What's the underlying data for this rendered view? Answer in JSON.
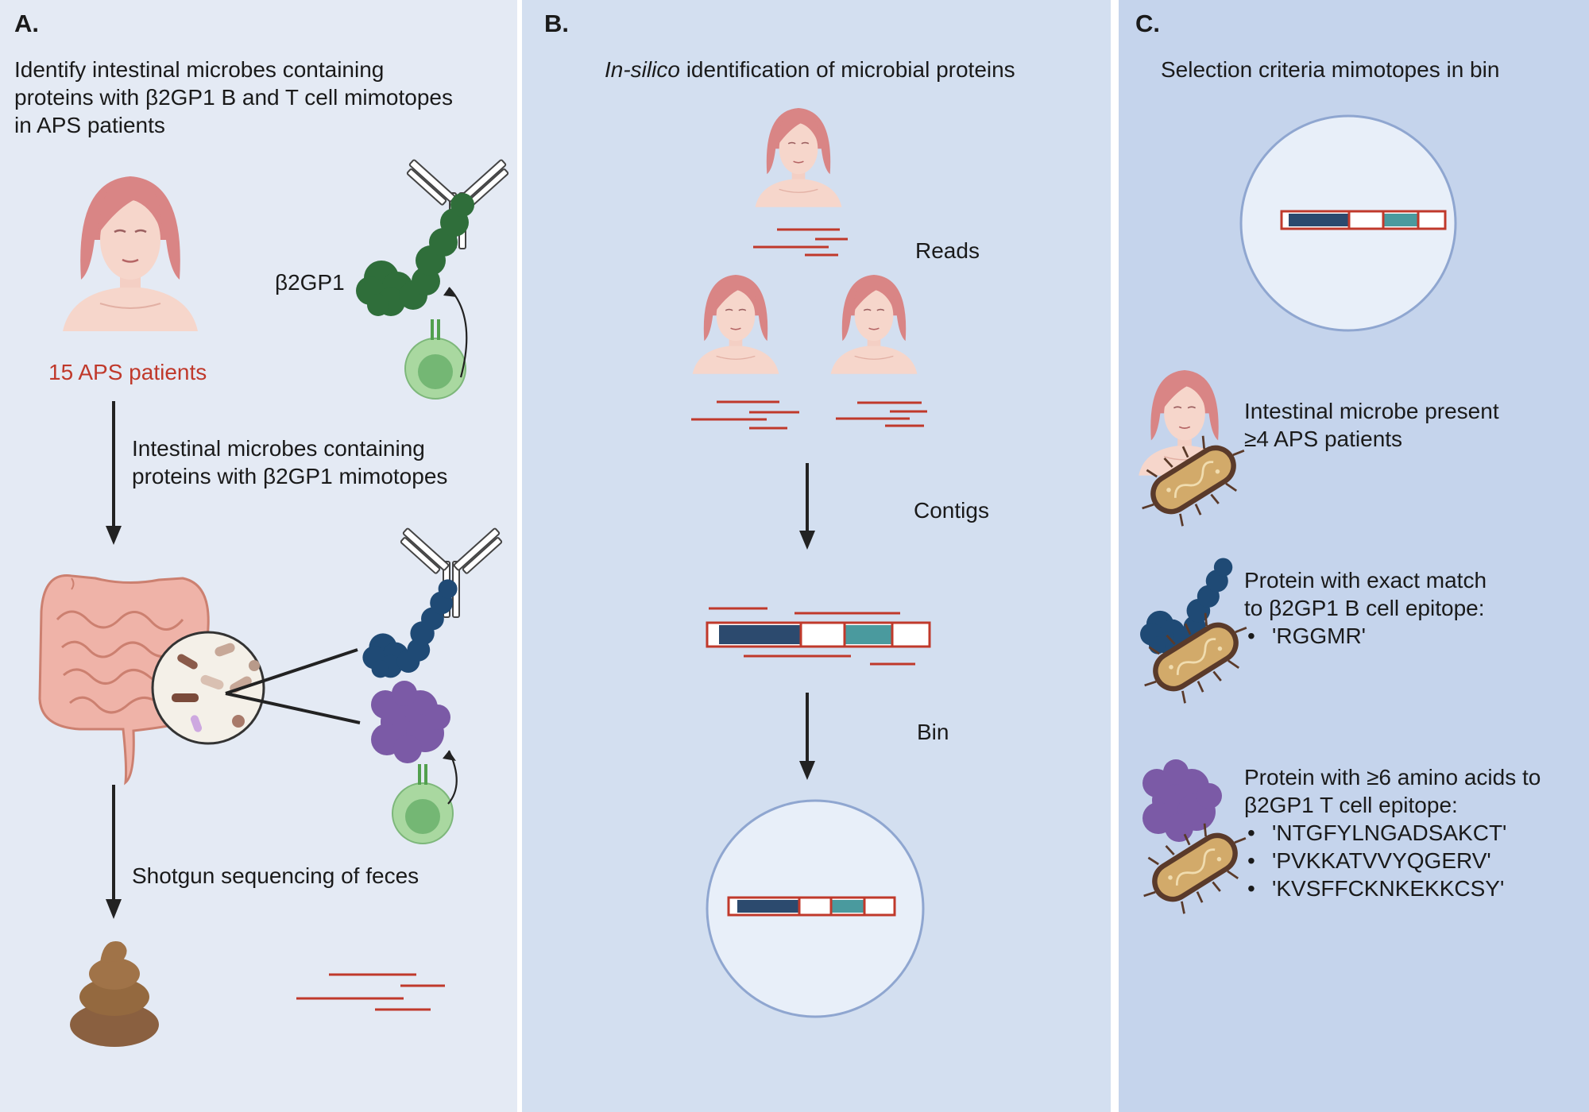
{
  "panel_a": {
    "letter": "A.",
    "heading": [
      "Identify intestinal microbes containing",
      "proteins with β2GP1 B and T cell mimotopes",
      "in APS patients"
    ],
    "patients_label": "15 APS patients",
    "protein_label": "β2GP1",
    "step1": [
      "Intestinal microbes containing",
      "proteins with β2GP1 mimotopes"
    ],
    "step2": "Shotgun sequencing of feces"
  },
  "panel_b": {
    "letter": "B.",
    "title_italic": "In-silico",
    "title_rest": " identification of microbial proteins",
    "reads_label": "Reads",
    "contigs_label": "Contigs",
    "bin_label": "Bin"
  },
  "panel_c": {
    "letter": "C.",
    "title": "Selection criteria mimotopes in bin",
    "criterion1": [
      "Intestinal microbe present",
      "≥4 APS patients"
    ],
    "criterion2": {
      "lines": [
        "Protein with exact match",
        "to β2GP1 B cell epitope:"
      ],
      "epitopes": [
        "'RGGMR'"
      ]
    },
    "criterion3": {
      "lines": [
        "Protein with ≥6 amino acids to",
        "β2GP1 T cell epitope:"
      ],
      "epitopes": [
        "'NTGFYLNGADSAKCT'",
        "'PVKKATVVYQGERV'",
        "'KVSFFCKNKEKKCSY'"
      ]
    }
  },
  "colors": {
    "patient_label": "#c0392b",
    "read_line": "#c0392b",
    "b_cell_protein": "#2f6e3a",
    "b_mimotope": "#1f4a75",
    "t_mimotope": "#7b5aa6",
    "t_cell": "#a9d8a0",
    "contig_dark": "#2c4a6e",
    "contig_teal": "#4a9a9e",
    "bacterium": "#d2aa6a",
    "feces": "#8a6040"
  }
}
